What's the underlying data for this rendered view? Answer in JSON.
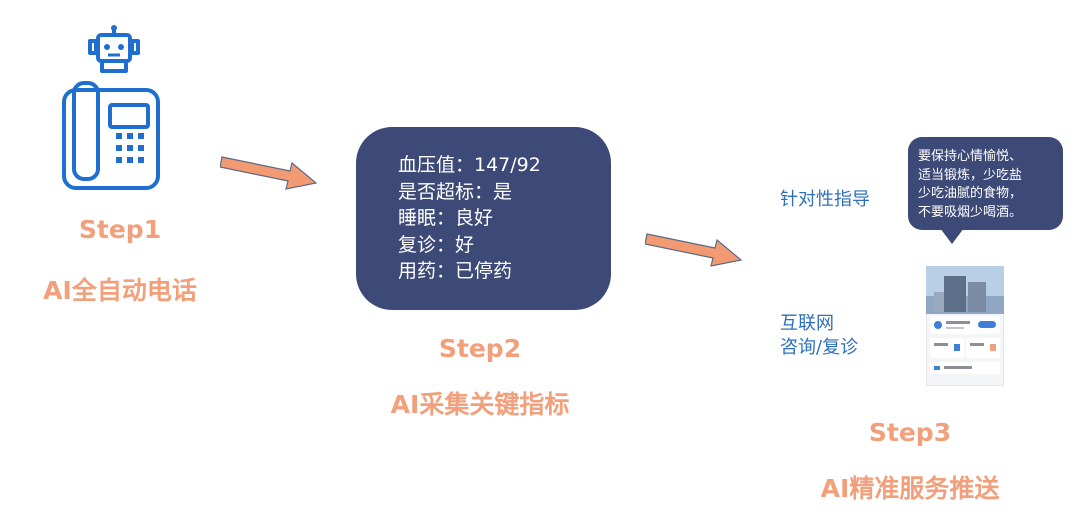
{
  "step1": {
    "title": "Step1",
    "subtitle": "AI全自动电话"
  },
  "step2": {
    "title": "Step2",
    "subtitle": "AI采集关键指标",
    "card_lines": [
      "血压值：147/92",
      "是否超标：是",
      "睡眠：良好",
      "复诊：好",
      "用药：已停药"
    ]
  },
  "step3": {
    "title": "Step3",
    "subtitle": "AI精准服务推送",
    "guidance_label": "针对性指导",
    "internet_label_1": "互联网",
    "internet_label_2": "咨询/复诊",
    "bubble_lines": [
      "要保持心情愉悦、",
      "适当锻炼，少吃盐",
      "少吃油腻的食物，",
      "不要吸烟少喝酒。"
    ]
  },
  "colors": {
    "accent_orange": "#f2a07b",
    "card_navy": "#3d4a78",
    "text_blue": "#2f6fbf",
    "icon_blue": "#1f6fd1"
  }
}
